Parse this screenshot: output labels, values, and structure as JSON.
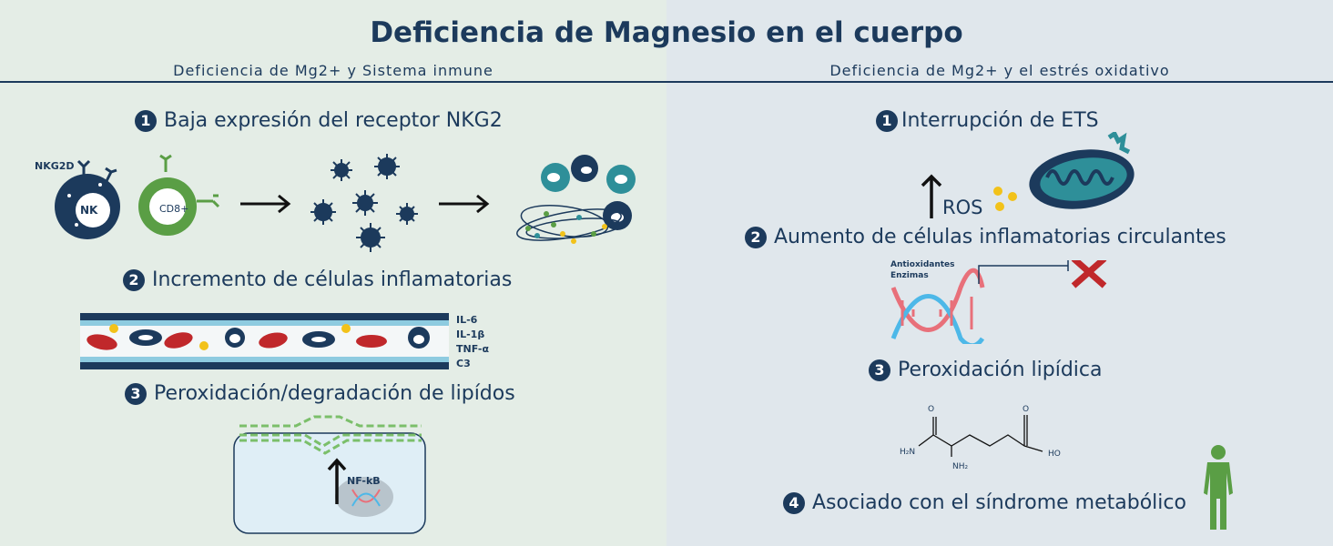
{
  "title": "Deficiencia de Magnesio en el cuerpo",
  "left": {
    "subtitle": "Deficiencia de Mg2+ y Sistema inmune",
    "steps": [
      {
        "num": "1",
        "text": "Baja expresión del receptor NKG2"
      },
      {
        "num": "2",
        "text": "Incremento de células inflamatorias"
      },
      {
        "num": "3",
        "text": "Peroxidación/degradación de lipídos"
      }
    ],
    "labels": {
      "nkg2d": "NKG2D",
      "nk": "NK",
      "cd8": "CD8+",
      "nfkb": "NF-kB"
    },
    "cytokines": [
      "IL-6",
      "IL-1β",
      "TNF-α",
      "C3"
    ]
  },
  "right": {
    "subtitle": "Deficiencia de Mg2+ y el estrés oxidativo",
    "steps": [
      {
        "num": "1",
        "text": "Interrupción de ETS"
      },
      {
        "num": "2",
        "text": "Aumento de células inflamatorias circulantes"
      },
      {
        "num": "3",
        "text": "Peroxidación lipídica"
      },
      {
        "num": "4",
        "text": "Asociado con el síndrome metabólico"
      }
    ],
    "labels": {
      "ros": "ROS",
      "antioxidantes": "Antioxidantes",
      "enzimas": "Enzimas",
      "h2n": "H₂N",
      "nh2": "NH₂",
      "ho": "HO",
      "o1": "O",
      "o2": "O"
    }
  },
  "colors": {
    "navy": "#1c3a5c",
    "green": "#5a9e45",
    "red": "#c0282b",
    "teal": "#2e8f99",
    "yellow": "#f2c21a",
    "pink": "#e8707a",
    "blue": "#4db8e8"
  }
}
